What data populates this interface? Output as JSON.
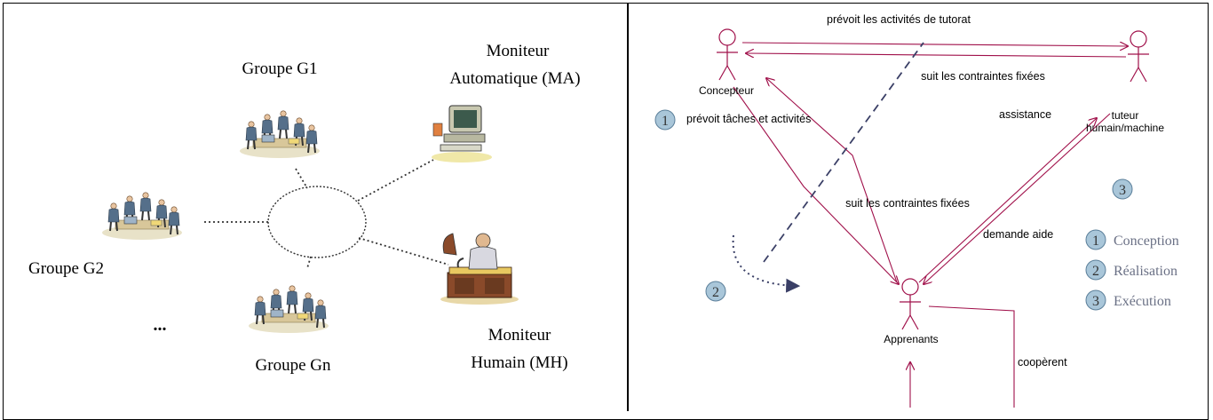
{
  "left_diagram": {
    "groups": {
      "g1": "Groupe G1",
      "g2": "Groupe G2",
      "gn": "Groupe Gn",
      "ellipsis": "..."
    },
    "monitors": {
      "ma_line1": "Moniteur",
      "ma_line2": "Automatique (MA)",
      "mh_line1": "Moniteur",
      "mh_line2": "Humain (MH)"
    }
  },
  "right_diagram": {
    "actors": {
      "concepteur": "Concepteur",
      "tuteur_line1": "tuteur",
      "tuteur_line2": "humain/machine",
      "apprenants": "Apprenants"
    },
    "labels": {
      "prevoit_tutorat": "prévoit les activités de tutorat",
      "suit_top": "suit les contraintes fixées",
      "prevoit_taches": "prévoit tâches et activités",
      "assistance": "assistance",
      "suit_mid": "suit les contraintes fixées",
      "demande_aide": "demande aide",
      "cooperent": "coopèrent"
    },
    "badges": {
      "b1": "1",
      "b2": "2",
      "b3": "3"
    },
    "legend": [
      {
        "num": "1",
        "label": "Conception"
      },
      {
        "num": "2",
        "label": "Réalisation"
      },
      {
        "num": "3",
        "label": "Exécution"
      }
    ]
  },
  "colors": {
    "relation": "#a0104a",
    "badge_fill": "#a9c6d9",
    "badge_stroke": "#5b7f9a",
    "legend_text": "#6a7085",
    "dashed_arrow": "#3a3f66"
  }
}
